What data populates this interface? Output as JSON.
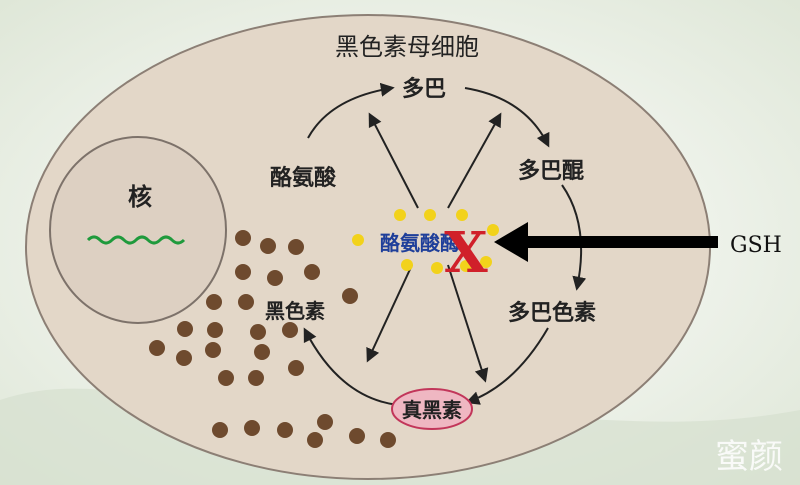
{
  "cell_title": "黑色素母细胞",
  "nucleus_label": "核",
  "pathway": {
    "dopa": "多巴",
    "tyrosine": "酪氨酸",
    "dopaquinone": "多巴醌",
    "dopachrome": "多巴色素",
    "eumelanin": "真黑素",
    "melanin": "黑色素"
  },
  "enzyme_label": "酪氨酸酶",
  "inhibition_mark": "X",
  "inhibitor": "GSH",
  "watermark": "蜜颜",
  "colors": {
    "cell_fill": "#e3d7c8",
    "cell_stroke": "#8c7f75",
    "granule": "#6e4a2e",
    "enzyme_dot": "#f2d21b",
    "inhibit_red": "#d0202a",
    "enzyme_text": "#1f3f9a",
    "eumelanin_fill": "#efb7c2",
    "eumelanin_stroke": "#c2365a",
    "dna_green": "#1f9a3c"
  }
}
